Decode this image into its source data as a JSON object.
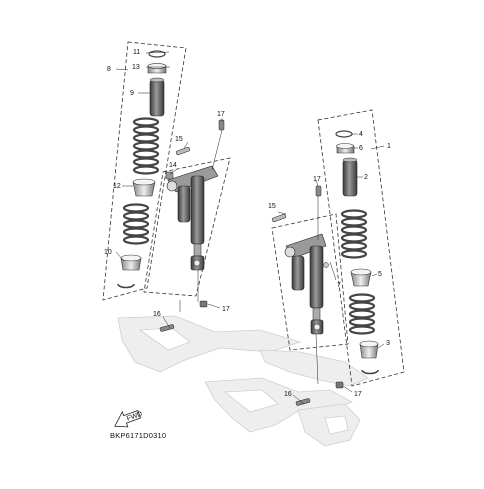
{
  "diagram": {
    "diagram_code": "BKP6171D0310",
    "front_arrow_text": "FWD",
    "callouts": {
      "c1": "1",
      "c2": "2",
      "c3": "3",
      "c4": "4",
      "c5": "5",
      "c6": "6",
      "c7": "7",
      "c8": "8",
      "c9": "9",
      "c10": "10",
      "c11": "11",
      "c12": "12",
      "c13": "13",
      "c14": "14",
      "c15_left": "15",
      "c15_right": "15",
      "c16_left": "16",
      "c16_right": "16",
      "c17_top_left": "17",
      "c17_mid_left": "17",
      "c17_top_right": "17",
      "c17_bottom_right": "17"
    },
    "colors": {
      "line": "#222222",
      "part_dark": "#555555",
      "part_light": "#d0d0d0",
      "frame": "#e8e8e8"
    }
  }
}
